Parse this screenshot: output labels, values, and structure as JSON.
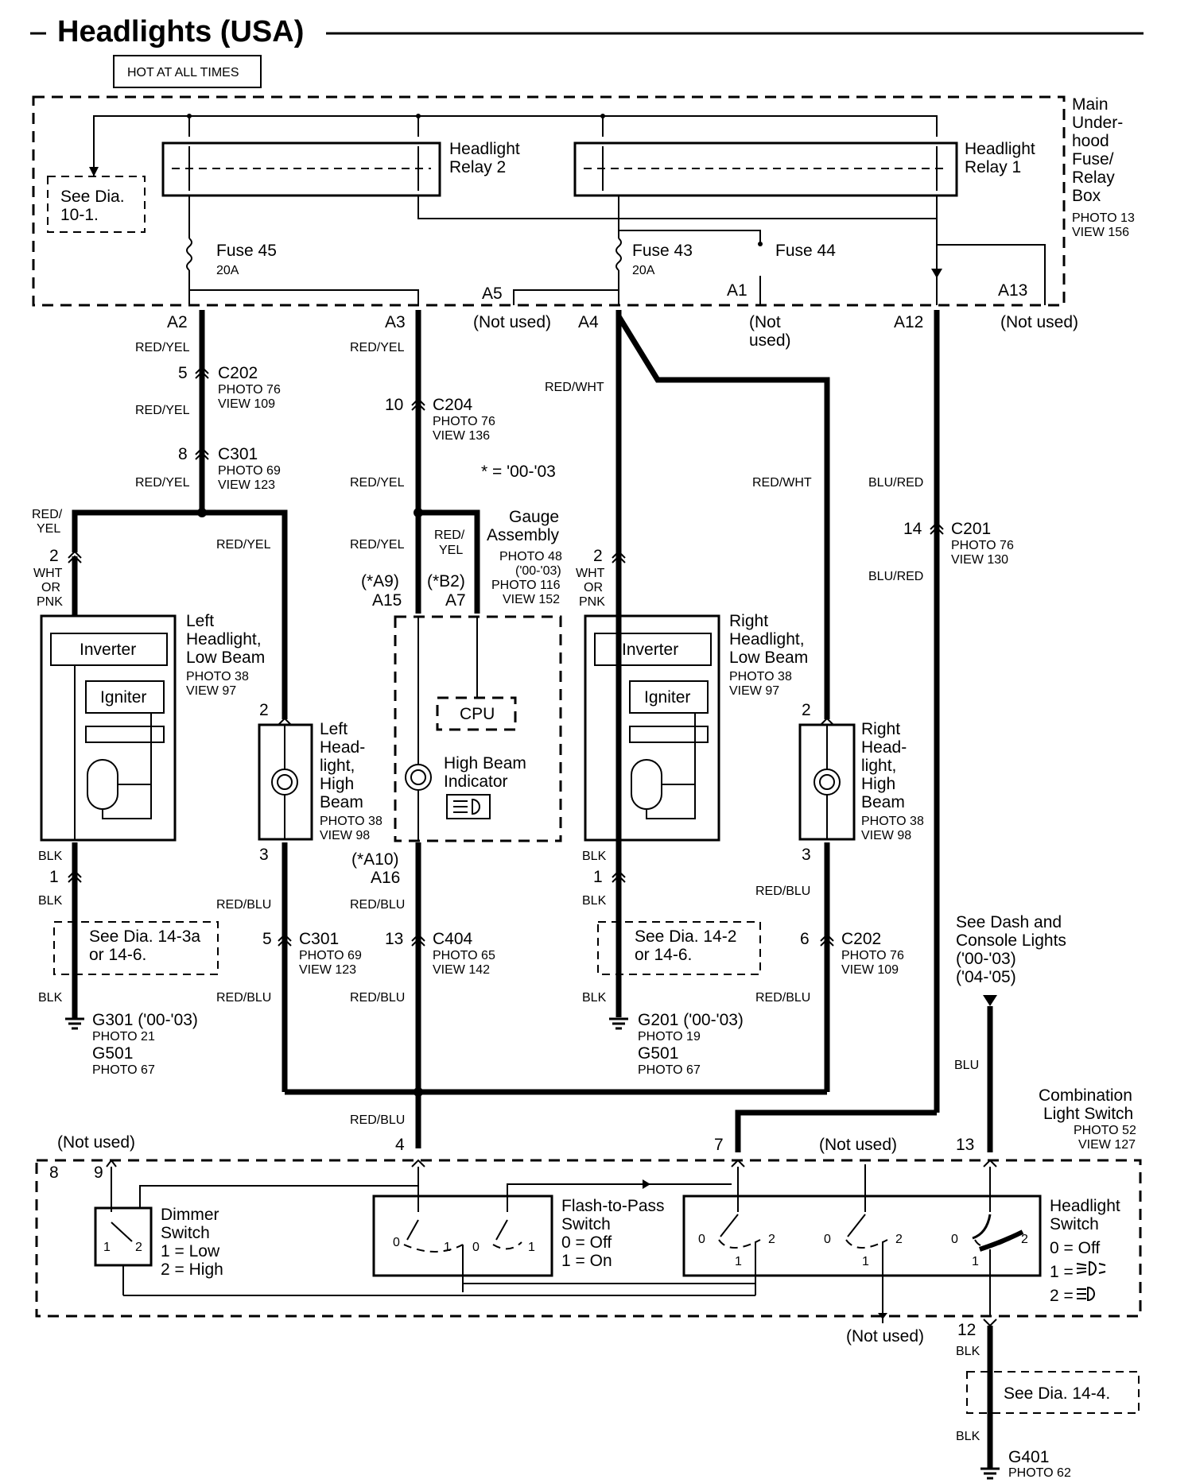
{
  "title": "Headlights (USA)",
  "hot_label": "HOT AT ALL TIMES",
  "fusebox": {
    "name_lines": [
      "Main",
      "Under-",
      "hood",
      "Fuse/",
      "Relay",
      "Box"
    ],
    "photo": "PHOTO 13",
    "view": "VIEW 156",
    "see_dia_lines": [
      "See Dia.",
      "10-1."
    ],
    "relay2_lines": [
      "Headlight",
      "Relay 2"
    ],
    "relay1_lines": [
      "Headlight",
      "Relay 1"
    ],
    "fuse45": "Fuse 45",
    "fuse45_amp": "20A",
    "fuse43": "Fuse 43",
    "fuse43_amp": "20A",
    "fuse44": "Fuse 44"
  },
  "terminals": {
    "a2": "A2",
    "a3": "A3",
    "a4": "A4",
    "a5": "A5",
    "a1": "A1",
    "a12": "A12",
    "a13": "A13",
    "a5_note": "(Not used)",
    "a1_note_1": "(Not",
    "a1_note_2": "used)",
    "a13_note": "(Not used)"
  },
  "wires": {
    "red_yel": "RED/YEL",
    "red_wht": "RED/WHT",
    "blu_red": "BLU/RED",
    "blk": "BLK",
    "red_blu": "RED/BLU",
    "blu": "BLU",
    "red_slash": "RED/",
    "yel": "YEL",
    "wht": "WHT",
    "or": "OR",
    "pnk": "PNK"
  },
  "connectors": {
    "c202": "C202",
    "c202_photo": "PHOTO 76",
    "c202_view": "VIEW 109",
    "c202_pin": "5",
    "c204": "C204",
    "c204_photo": "PHOTO 76",
    "c204_view": "VIEW 136",
    "c204_pin": "10",
    "c301": "C301",
    "c301_photo": "PHOTO 69",
    "c301_view": "VIEW 123",
    "c301_pin": "8",
    "c201": "C201",
    "c201_photo": "PHOTO 76",
    "c201_view": "VIEW 130",
    "c201_pin": "14",
    "c301b": "C301",
    "c301b_photo": "PHOTO 69",
    "c301b_view": "VIEW 123",
    "c301b_pin": "5",
    "c404": "C404",
    "c404_photo": "PHOTO 65",
    "c404_view": "VIEW 142",
    "c404_pin": "13",
    "c202b": "C202",
    "c202b_photo": "PHOTO 76",
    "c202b_view": "VIEW 109",
    "c202b_pin": "6"
  },
  "note_star": "*  =  '00-'03",
  "gauge": {
    "name_lines": [
      "Gauge",
      "Assembly"
    ],
    "photo_lines": [
      "PHOTO 48",
      "('00-'03)",
      "PHOTO 116",
      "VIEW 152"
    ],
    "pin_a9": "(*A9)",
    "pin_a15": "A15",
    "pin_b2": "(*B2)",
    "pin_a7": "A7",
    "cpu": "CPU",
    "indicator_lines": [
      "High Beam",
      "Indicator"
    ],
    "pin_a10": "(*A10)",
    "pin_a16": "A16"
  },
  "left_low": {
    "pin_top": "2",
    "pin_bottom": "1",
    "inverter": "Inverter",
    "igniter": "Igniter",
    "name_lines": [
      "Left",
      "Headlight,",
      "Low Beam"
    ],
    "photo": "PHOTO 38",
    "view": "VIEW 97"
  },
  "left_high": {
    "pin_top": "2",
    "pin_bottom": "3",
    "name_lines": [
      "Left",
      "Head-",
      "light,",
      "High",
      "Beam"
    ],
    "photo": "PHOTO 38",
    "view": "VIEW 98"
  },
  "right_low": {
    "pin_top": "2",
    "pin_bottom": "1",
    "inverter": "Inverter",
    "igniter": "Igniter",
    "name_lines": [
      "Right",
      "Headlight,",
      "Low Beam"
    ],
    "photo": "PHOTO 38",
    "view": "VIEW 97"
  },
  "right_high": {
    "pin_top": "2",
    "pin_bottom": "3",
    "name_lines": [
      "Right",
      "Head-",
      "light,",
      "High",
      "Beam"
    ],
    "photo": "PHOTO 38",
    "view": "VIEW 98"
  },
  "see_dia_left_lines": [
    "See Dia. 14-3a",
    "or 14-6."
  ],
  "see_dia_right_lines": [
    "See Dia.  14-2",
    "or 14-6."
  ],
  "see_dash_lines": [
    "See Dash and",
    "Console Lights",
    "('00-'03)",
    "('04-'05)"
  ],
  "grounds": {
    "g301": "G301 ('00-'03)",
    "g301_photo": "PHOTO 21",
    "g501a": "G501",
    "g501a_photo": "PHOTO 67",
    "g201": "G201 ('00-'03)",
    "g201_photo": "PHOTO 19",
    "g501b": "G501",
    "g501b_photo": "PHOTO 67",
    "g401": "G401",
    "g401_photo": "PHOTO 62"
  },
  "switch": {
    "name_lines": [
      "Combination",
      "Light Switch"
    ],
    "photo": "PHOTO 52",
    "view": "VIEW 127",
    "pin4": "4",
    "pin7": "7",
    "pin13": "13",
    "pin8": "8",
    "pin9": "9",
    "pin12": "12",
    "not_used_left": "(Not used)",
    "not_used_top": "(Not used)",
    "not_used_bottom": "(Not used)",
    "dimmer_lines": [
      "Dimmer",
      "Switch",
      "1 =  Low",
      "2 =  High"
    ],
    "flash_lines": [
      "Flash-to-Pass",
      "Switch",
      "0 =  Off",
      "1 =  On"
    ],
    "headlight_lines": [
      "Headlight",
      "Switch",
      "0 =  Off",
      "1 =",
      "2 ="
    ],
    "pos0": "0",
    "pos1": "1",
    "pos2": "2"
  },
  "see_dia_bottom": "See Dia. 14-4."
}
